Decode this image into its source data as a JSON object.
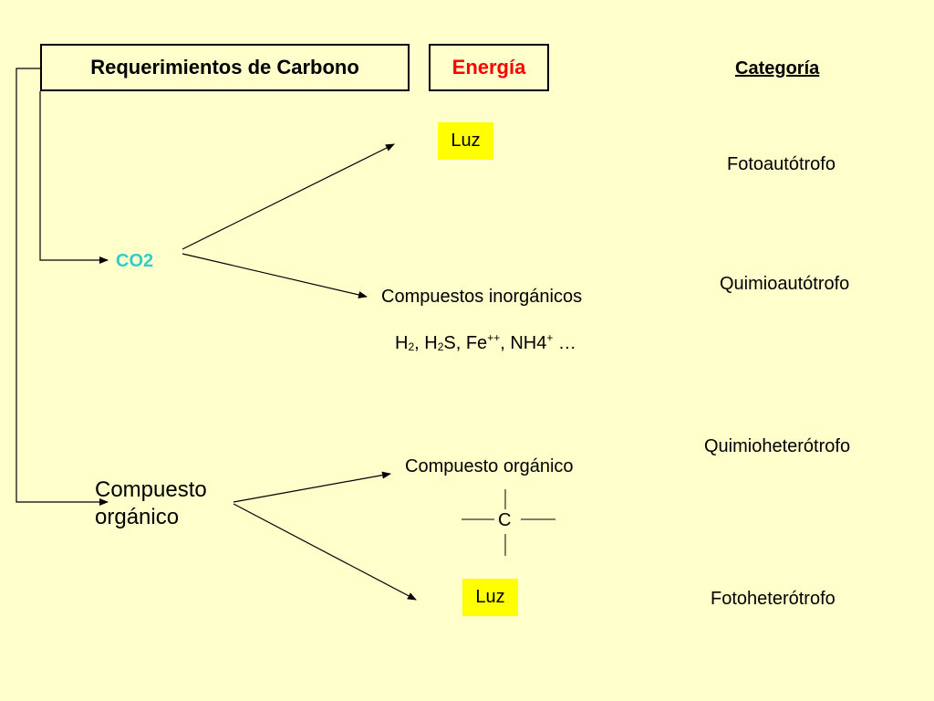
{
  "header": {
    "carbon_box": "Requerimientos de Carbono",
    "energy_box": "Energía",
    "category_title": "Categoría"
  },
  "colors": {
    "background": "#ffffcc",
    "energy": "#ff0000",
    "co2": "#33cccc",
    "highlight": "#ffff00"
  },
  "nodes": {
    "co2_main": "CO",
    "co2_sub": "2",
    "organic_line1": "Compuesto",
    "organic_line2": "orgánico"
  },
  "energy": {
    "luz_top": "Luz",
    "inorganic": "Compuestos inorgánicos",
    "formula": {
      "h": "H",
      "h_sub": "2",
      "sep1": ", H",
      "h2s_sub": "2",
      "s_rest": "S, Fe",
      "fe_sup": "++",
      "nh": ", NH4",
      "nh_sup": "+",
      "end": " …"
    },
    "organic_compound": "Compuesto orgánico",
    "carbon_symbol": "C",
    "luz_bottom": "Luz"
  },
  "categories": {
    "fotoautotrofo": "Fotoautótrofo",
    "quimioautotrofo": "Quimioautótrofo",
    "quimioheterotrofo": "Quimioheterótrofo",
    "fotoheterotrofo": "Fotoheterótrofo"
  }
}
